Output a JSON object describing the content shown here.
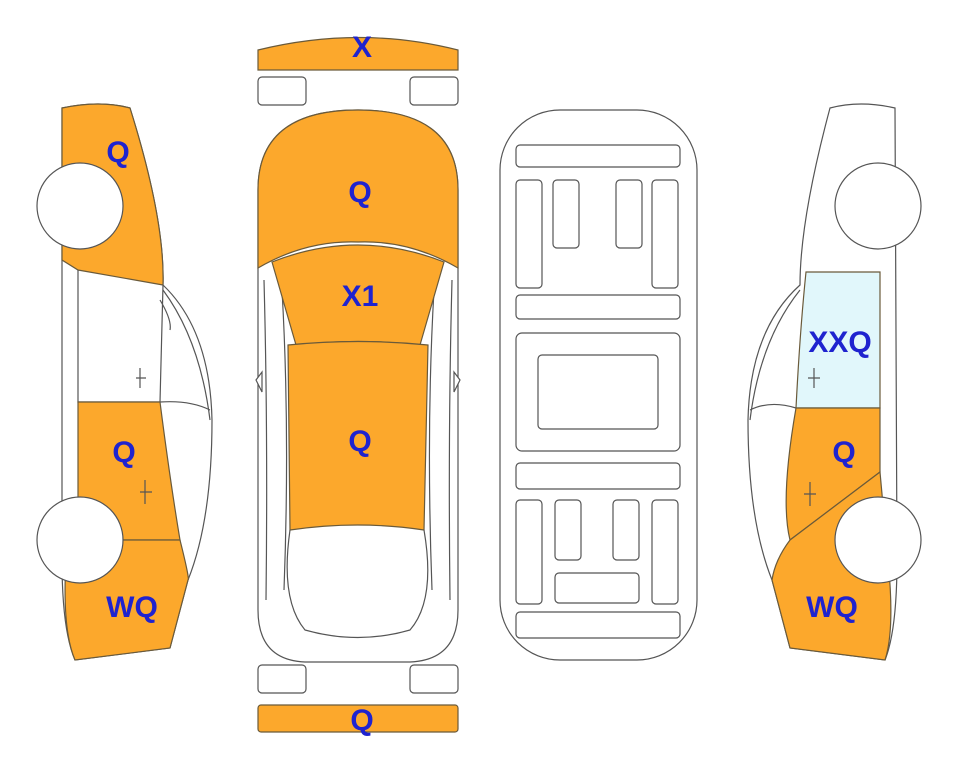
{
  "colors": {
    "damage": "#fca82c",
    "glass_damage": "#e1f7fb",
    "label": "#1f23cf",
    "outline": "#555555"
  },
  "labels": {
    "front_bumper": "X",
    "hood": "Q",
    "windshield": "X1",
    "roof": "Q",
    "rear_bumper": "Q",
    "left_front_fender": "Q",
    "left_rear_door": "Q",
    "left_rear_quarter": "WQ",
    "right_rear_glass": "XXQ",
    "right_rear_door": "Q",
    "right_rear_quarter": "WQ"
  }
}
